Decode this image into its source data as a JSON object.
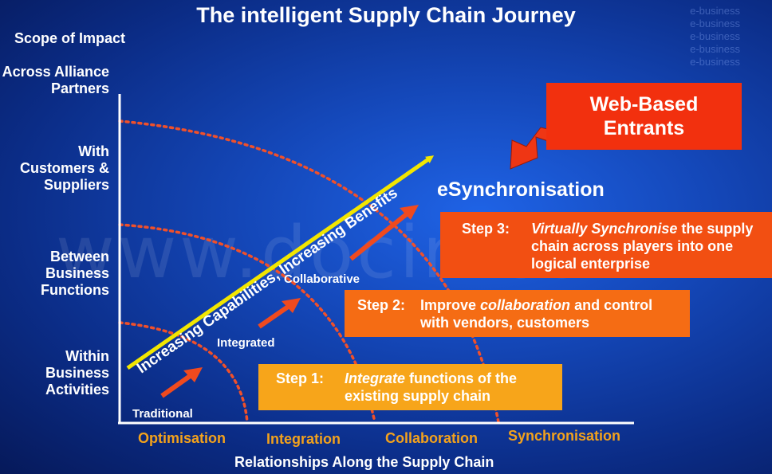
{
  "title": "The intelligent Supply Chain Journey",
  "y_axis": {
    "title": "Scope of Impact",
    "levels": [
      "Across Alliance Partners",
      "With Customers & Suppliers",
      "Between Business Functions",
      "Within Business Activities"
    ]
  },
  "x_axis": {
    "title": "Relationships Along the Supply Chain",
    "categories": [
      "Optimisation",
      "Integration",
      "Collaboration",
      "Synchronisation"
    ]
  },
  "stages": [
    "Traditional",
    "Integrated",
    "Collaborative",
    "eSynchronisation"
  ],
  "diagonal_label": "Increasing Capabilities, Increasing Benefits",
  "callout": "Web-Based Entrants",
  "steps": [
    {
      "label": "Step 1:",
      "emphasis": "Integrate",
      "rest": "functions of the existing supply chain"
    },
    {
      "label": "Step 2:",
      "pre": "Improve",
      "emphasis": "collaboration",
      "rest": "and control with vendors, customers"
    },
    {
      "label": "Step 3:",
      "emphasis": "Virtually Synchronise",
      "rest": "the supply chain across players into one logical enterprise"
    }
  ],
  "watermark": "www.docin.com",
  "background_text": [
    "e-business",
    "e-business",
    "e-business",
    "e-business",
    "e-business"
  ],
  "colors": {
    "background": "#1447b8",
    "axis": "#ffffff",
    "arc": "#f0502a",
    "big_arrow": "#f2e600",
    "small_arrow": "#f04a1e",
    "step1_box": "#f7a51a",
    "step2_box": "#f56c14",
    "step3_box": "#f24f12",
    "callout_box": "#f2300e",
    "x_labels": "#f3a21c"
  }
}
